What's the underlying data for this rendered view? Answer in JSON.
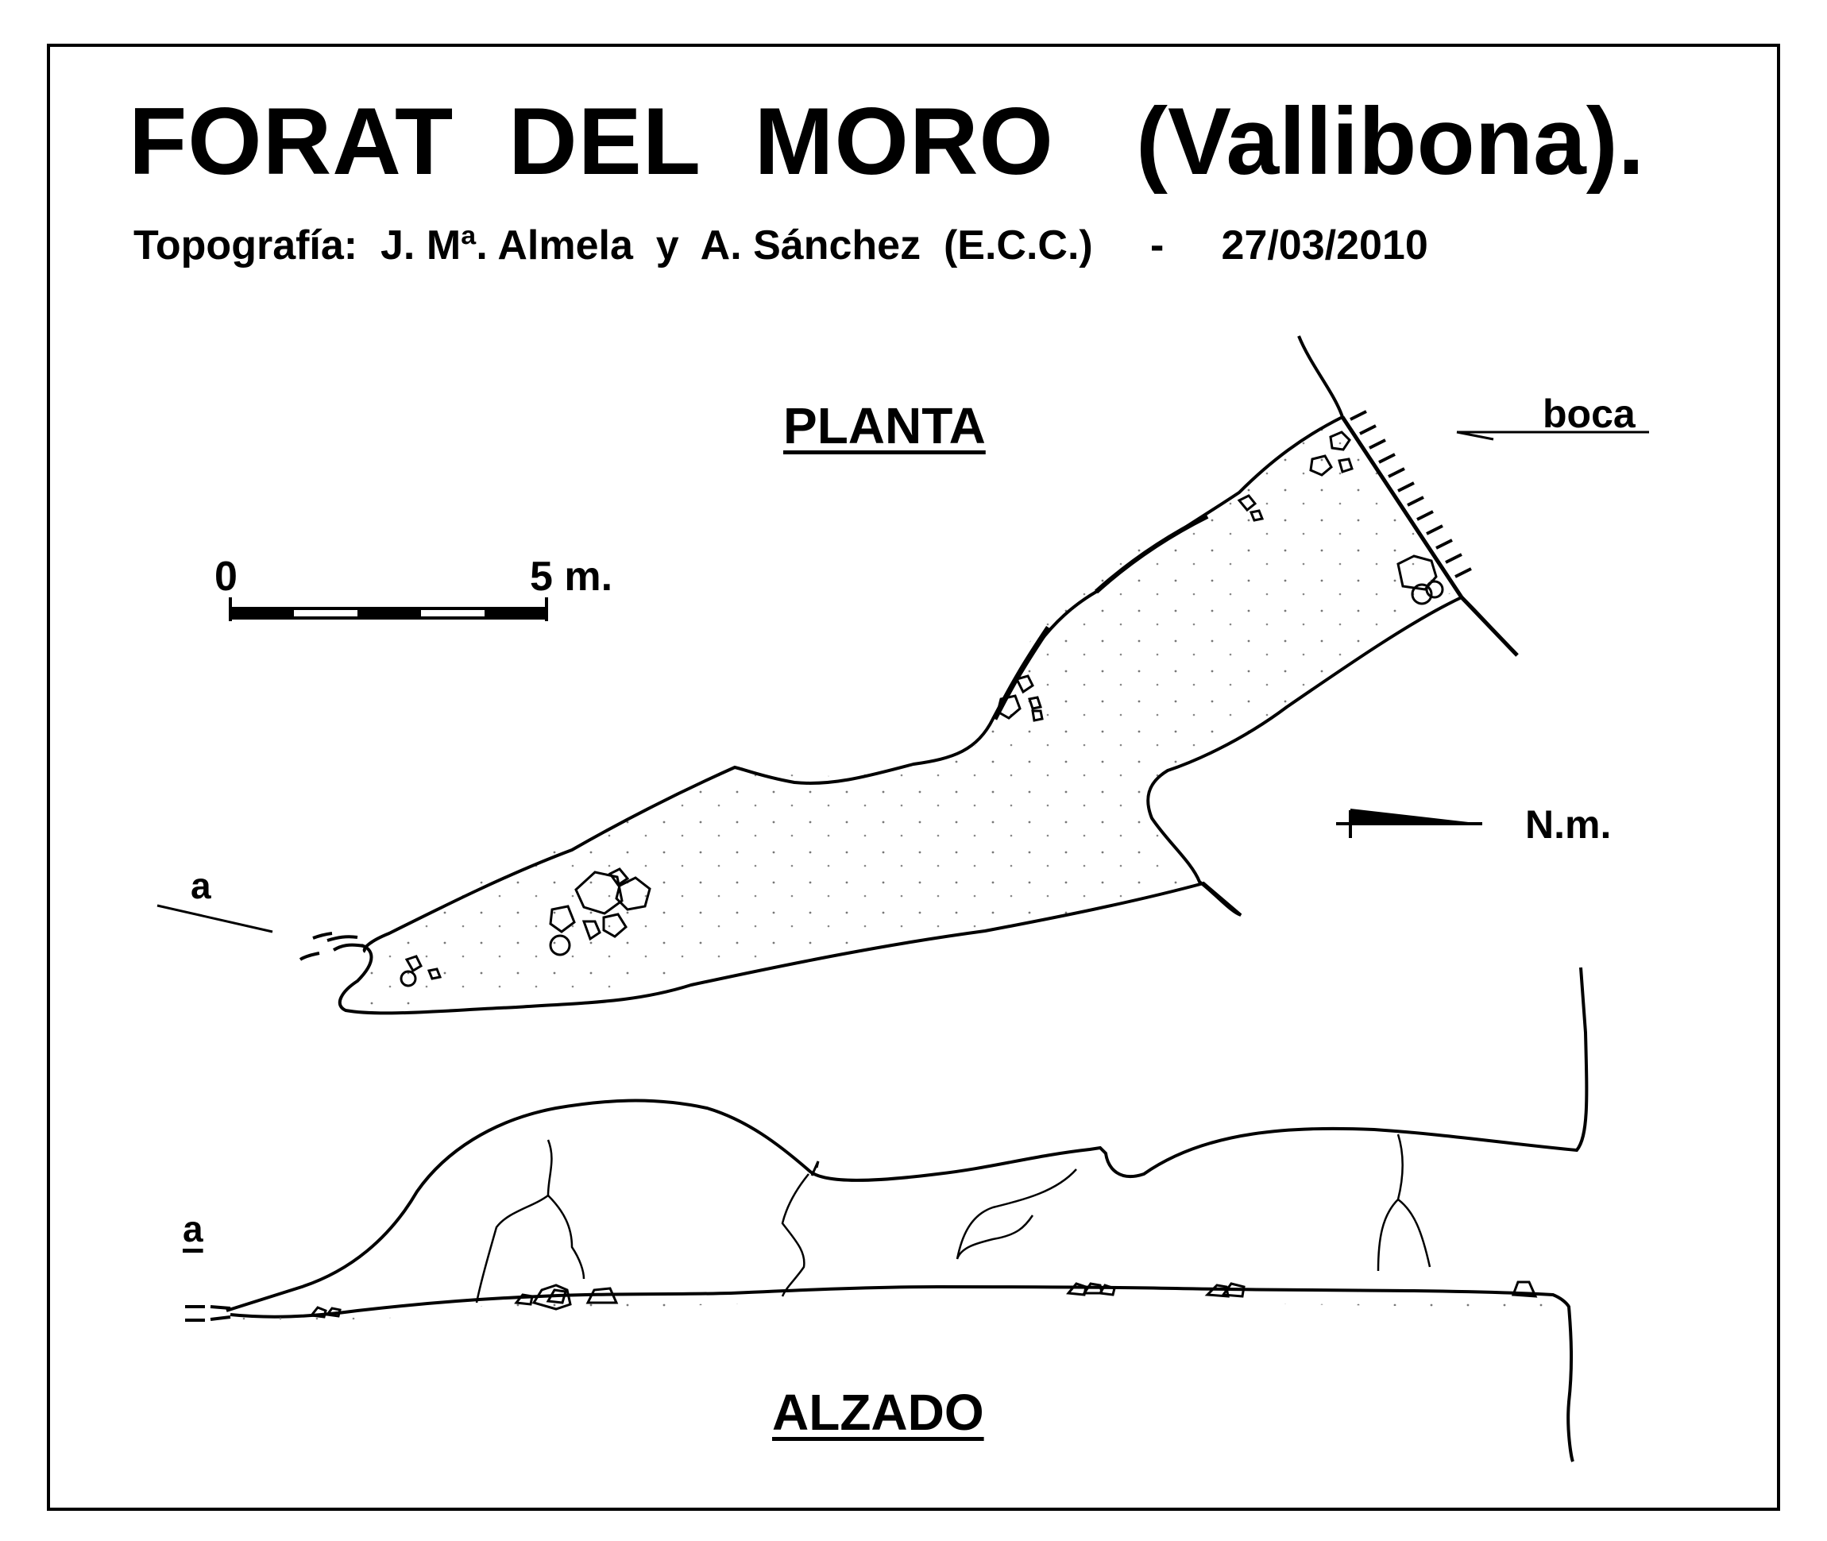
{
  "title": "FORAT  DEL  MORO",
  "place": "(Vallibona).",
  "credits": "Topografía:  J. Mª. Almela  y  A. Sánchez  (E.C.C.)     -     27/03/2010",
  "plan_label": "PLANTA",
  "elevation_label": "ALZADO",
  "entrance_label": "boca",
  "north_label": "N.m.",
  "scale": {
    "start": "0",
    "end": "5 m."
  },
  "section_marks": {
    "plan": "a",
    "elevation": "a"
  },
  "colors": {
    "ink": "#000000",
    "paper": "#ffffff"
  }
}
